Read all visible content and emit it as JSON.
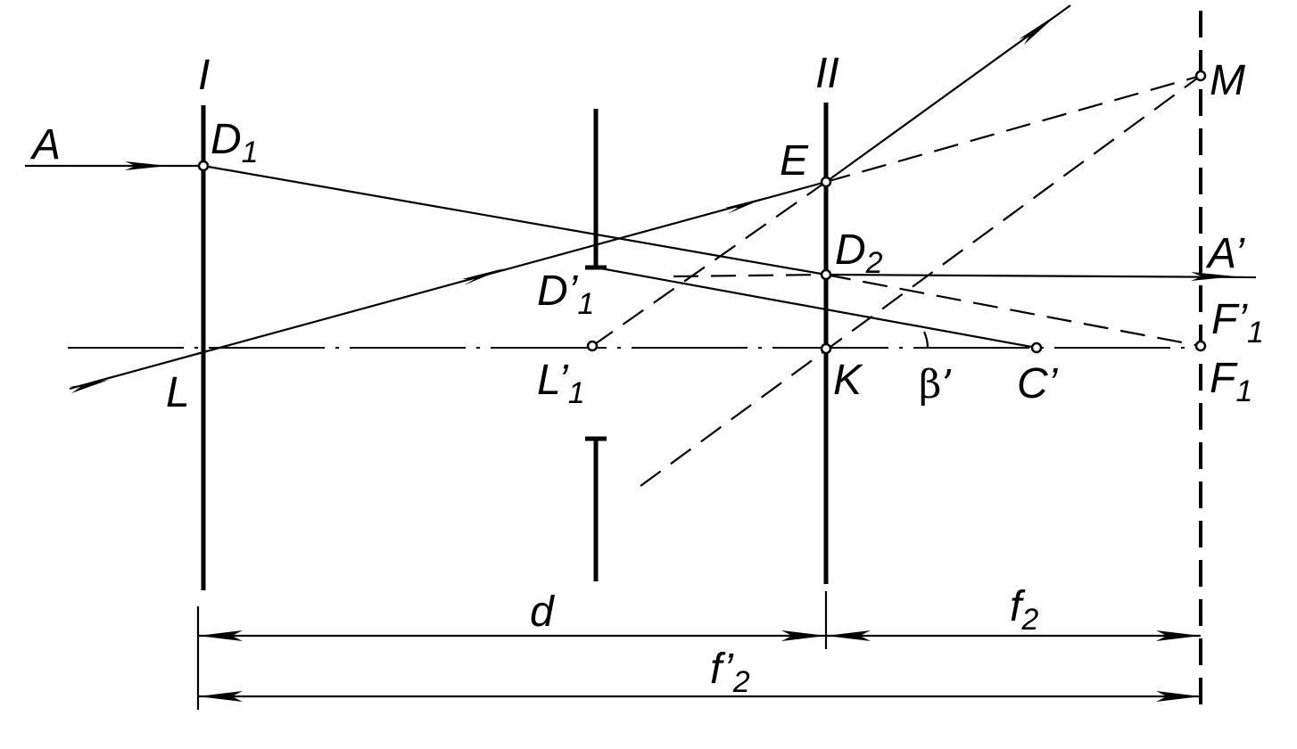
{
  "labels": {
    "lens1": "I",
    "lens2": "II",
    "A": "A",
    "D1": "D",
    "D1_sub": "1",
    "E": "E",
    "M": "M",
    "D2": "D",
    "D2_sub": "2",
    "A_prime": "A’",
    "D1_prime": "D’",
    "D1_prime_sub": "1",
    "F1_prime": "F’",
    "F1_prime_sub": "1",
    "L": "L",
    "L1_prime": "L’",
    "L1_prime_sub": "1",
    "K": "K",
    "beta_prime": "β’",
    "C_prime": "C’",
    "F1": "F",
    "F1_sub": "1",
    "d": "d",
    "f2": "f",
    "f2_sub": "2",
    "f2_prime": "f’",
    "f2_prime_sub": "2"
  }
}
